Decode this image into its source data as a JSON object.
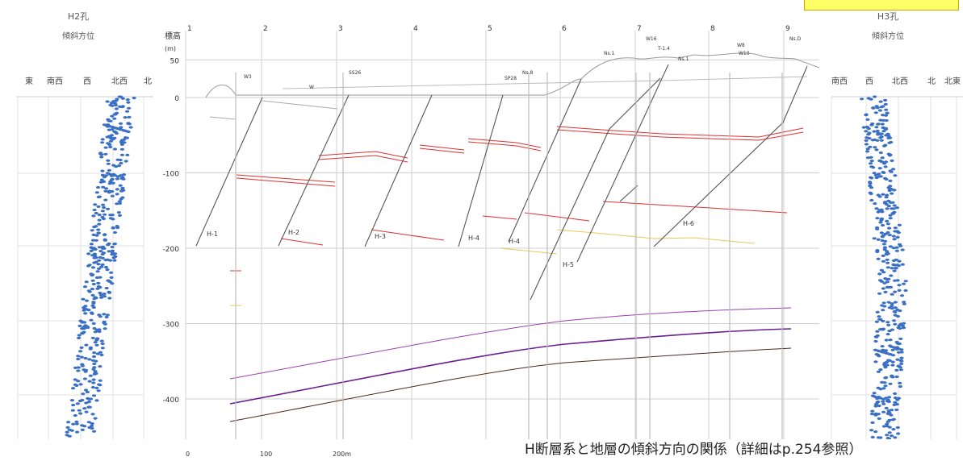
{
  "left_panel": {
    "title1": "H2孔",
    "title2": "傾斜方位",
    "directions": [
      "東",
      "南西",
      "西",
      "北西",
      "北"
    ]
  },
  "right_panel": {
    "title1": "H3孔",
    "title2": "傾斜方位",
    "directions": [
      "南西",
      "西",
      "北西",
      "北",
      "北東"
    ]
  },
  "section": {
    "elev_title": "標高",
    "elev_unit": "(m)",
    "y_ticks": [
      "50",
      "0",
      "-100",
      "-200",
      "-300",
      "-400"
    ],
    "columns": [
      "1",
      "2",
      "3",
      "4",
      "5",
      "6",
      "7",
      "8",
      "9"
    ],
    "fault_labels": [
      "H-1",
      "H-2",
      "H-3",
      "H-4",
      "H-4",
      "H-5",
      "H-6"
    ],
    "scale_labels": [
      "0",
      "100",
      "200m"
    ],
    "well_labels": [
      "W3",
      "W",
      "SS26",
      "SP28",
      "Ns.8",
      "Ns.1",
      "W16",
      "T-1.4",
      "Ns.1",
      "W8",
      "W10",
      "Ns.D"
    ]
  },
  "caption": "H断層系と地層の傾斜方向の関係（詳細はp.254参照）",
  "colors": {
    "dots": "#3a6fc4",
    "red": "#e03030",
    "purple": "#9b3fb0",
    "dark": "#4a2a1a",
    "yellow": "#e6c85a",
    "fault": "#555555"
  }
}
